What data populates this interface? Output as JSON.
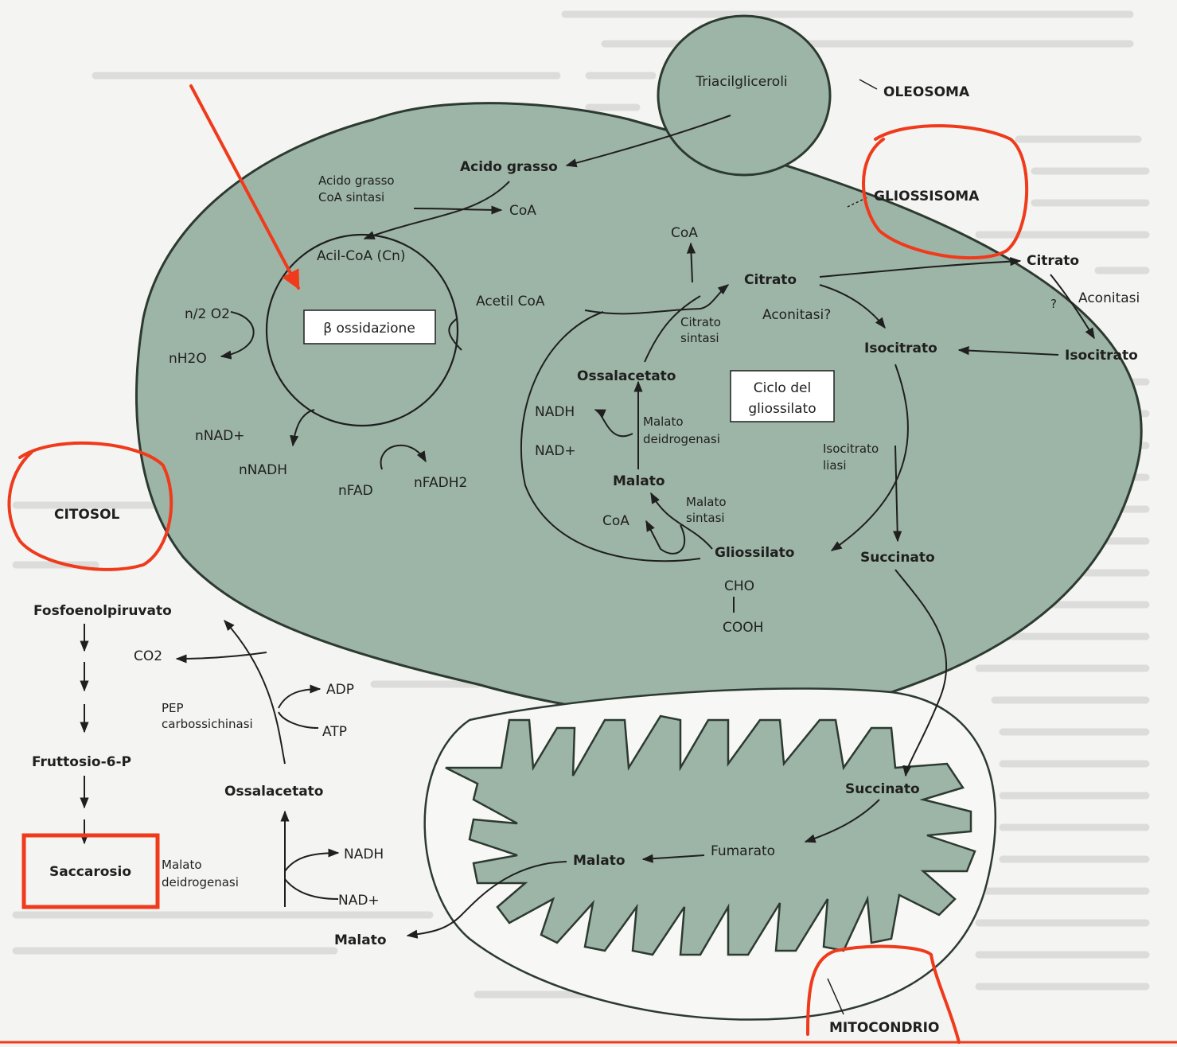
{
  "compartments": {
    "oleosoma": "OLEOSOMA",
    "gliossisoma": "GLIOSSISOMA",
    "citosol": "CITOSOL",
    "mitocondrio": "MITOCONDRIO"
  },
  "oleosome": {
    "triacilgliceroli": "Triacilgliceroli"
  },
  "beta": {
    "acido_grasso": "Acido grasso",
    "enzyme_line1": "Acido grasso",
    "enzyme_line2": "CoA sintasi",
    "coa": "CoA",
    "acil_coa": "Acil-CoA (Cn)",
    "box": "β ossidazione",
    "o2": "n/2 O2",
    "h2o": "nH2O",
    "nad": "nNAD+",
    "nadh": "nNADH",
    "fad": "nFAD",
    "fadh2": "nFADH2",
    "acetil_coa": "Acetil CoA"
  },
  "glyox": {
    "coa_top": "CoA",
    "citrato": "Citrato",
    "citrato_sintasi_1": "Citrato",
    "citrato_sintasi_2": "sintasi",
    "aconitasi_q": "Aconitasi?",
    "isocitrato": "Isocitrato",
    "box_line1": "Ciclo del",
    "box_line2": "gliossilato",
    "ossalacetato": "Ossalacetato",
    "nadh": "NADH",
    "nad": "NAD+",
    "malato_deid_1": "Malato",
    "malato_deid_2": "deidrogenasi",
    "isocitrato_liasi_1": "Isocitrato",
    "isocitrato_liasi_2": "liasi",
    "malato": "Malato",
    "malato_sintasi_1": "Malato",
    "malato_sintasi_2": "sintasi",
    "coa_low": "CoA",
    "gliossilato": "Gliossilato",
    "succinato": "Succinato",
    "cho": "CHO",
    "cooh": "COOH"
  },
  "outside": {
    "citrato": "Citrato",
    "question": "?",
    "aconitasi": "Aconitasi",
    "isocitrato": "Isocitrato"
  },
  "mito": {
    "succinato": "Succinato",
    "fumarato": "Fumarato",
    "malato": "Malato"
  },
  "cytosol": {
    "pep": "Fosfoenolpiruvato",
    "co2": "CO2",
    "adp": "ADP",
    "atp": "ATP",
    "pepck_1": "PEP",
    "pepck_2": "carbossichinasi",
    "fruttosio": "Fruttosio-6-P",
    "ossalacetato": "Ossalacetato",
    "saccarosio": "Saccarosio",
    "mdh_1": "Malato",
    "mdh_2": "deidrogenasi",
    "nadh": "NADH",
    "nad": "NAD+",
    "malato": "Malato"
  },
  "colors": {
    "organelle_fill": "#9db5a6",
    "organelle_stroke": "#2c3a31",
    "annotation": "#ef3a1b",
    "page": "#f4f4f2"
  }
}
